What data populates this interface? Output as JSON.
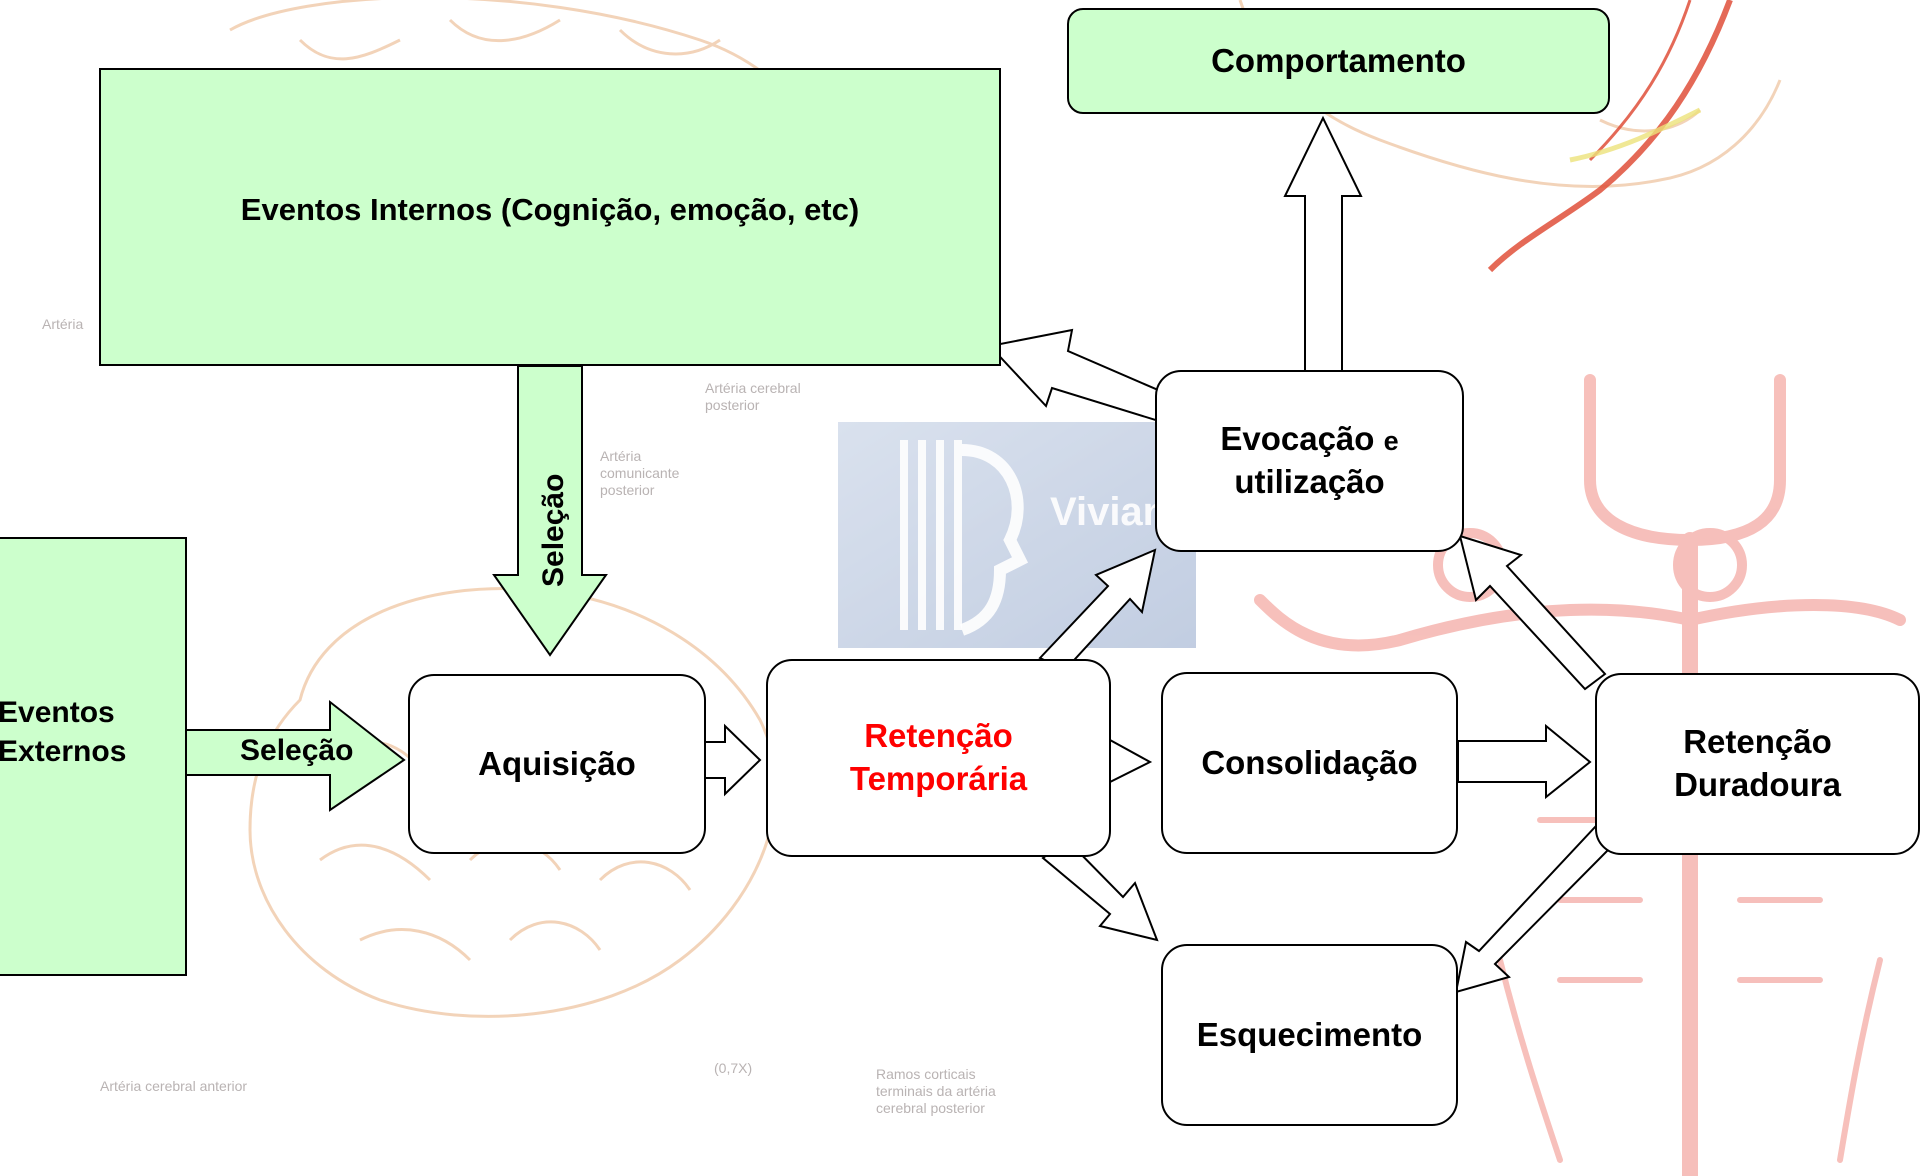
{
  "background": {
    "labels": [
      "Artéria",
      "Artéria cerebral posterior",
      "Artéria comunicante posterior",
      "Artéria cerebral anterior",
      "(0,7X)",
      "Ramos corticais terminais da artéria cerebral posterior"
    ],
    "watermark": "Vivian Marques"
  },
  "nodes": {
    "comportamento": "Comportamento",
    "eventos_internos": "Eventos Internos (Cognição, emoção, etc)",
    "eventos_externos_line1": "Eventos",
    "eventos_externos_line2": "Externos",
    "aquisicao": "Aquisição",
    "retencao_temporaria_line1": "Retenção",
    "retencao_temporaria_line2": "Temporária",
    "evocacao_line1": "Evocação",
    "evocacao_e": "e",
    "evocacao_line2": "utilização",
    "consolidacao": "Consolidação",
    "retencao_duradoura_line1": "Retenção",
    "retencao_duradoura_line2": "Duradoura",
    "esquecimento": "Esquecimento"
  },
  "arrow_labels": {
    "selecao_vertical": "Seleção",
    "selecao_horizontal": "Seleção"
  },
  "colors": {
    "green_fill": "#ccffcc",
    "node_fill": "#ffffff",
    "highlight_text": "#ff0000",
    "stroke": "#000000"
  }
}
